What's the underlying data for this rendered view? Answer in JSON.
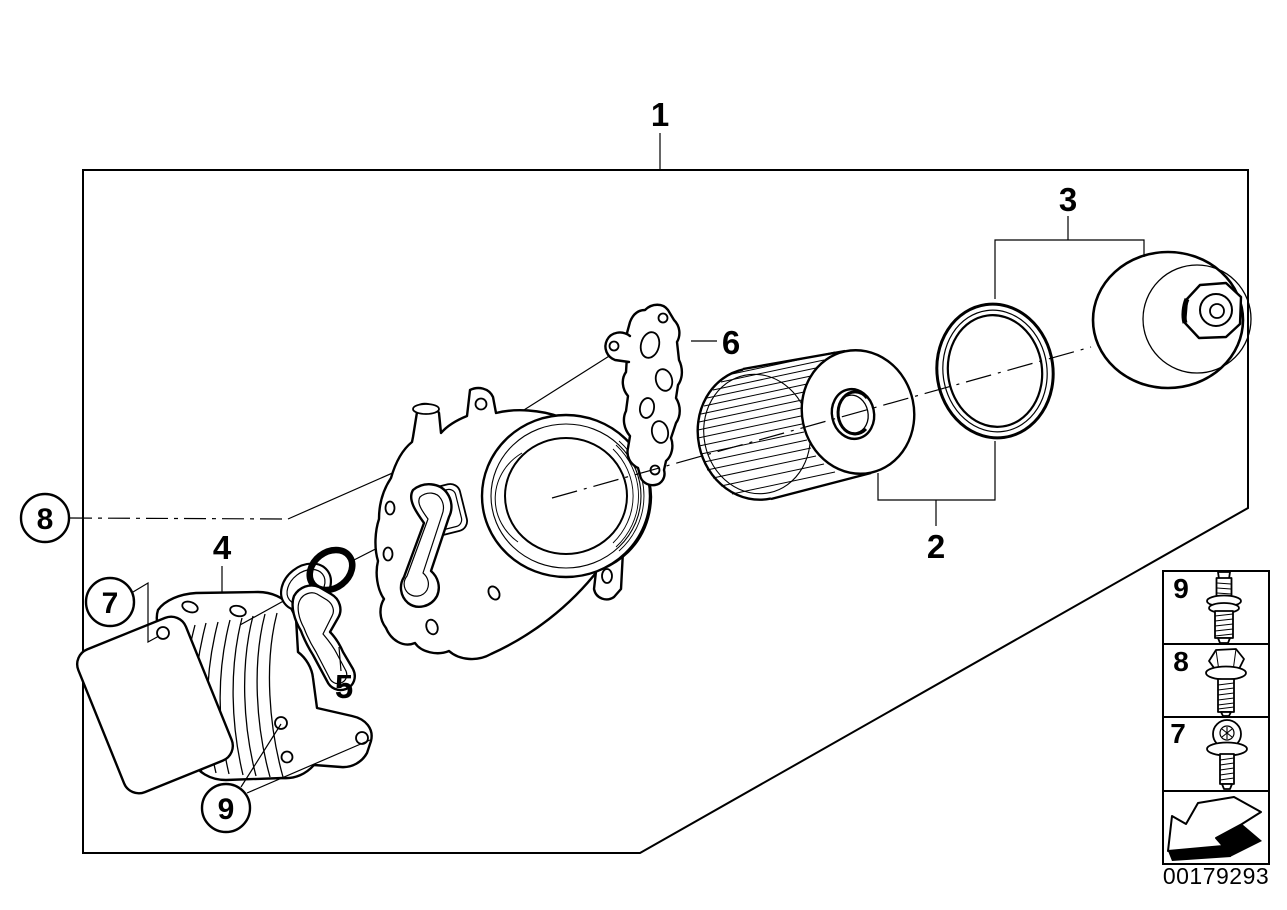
{
  "callouts": {
    "n1": "1",
    "n2": "2",
    "n3": "3",
    "n4": "4",
    "n5": "5",
    "n6": "6",
    "n7": "7",
    "n8": "8",
    "n9": "9"
  },
  "legend": {
    "rows": [
      {
        "ref": "9",
        "icon": "stud-bolt-icon"
      },
      {
        "ref": "8",
        "icon": "hex-flange-bolt-icon"
      },
      {
        "ref": "7",
        "icon": "torx-screw-icon"
      }
    ],
    "direction_icon": "direction-arrow-icon"
  },
  "footer": {
    "image_number": "00179293"
  },
  "colors": {
    "line": "#000000",
    "background": "#ffffff"
  }
}
